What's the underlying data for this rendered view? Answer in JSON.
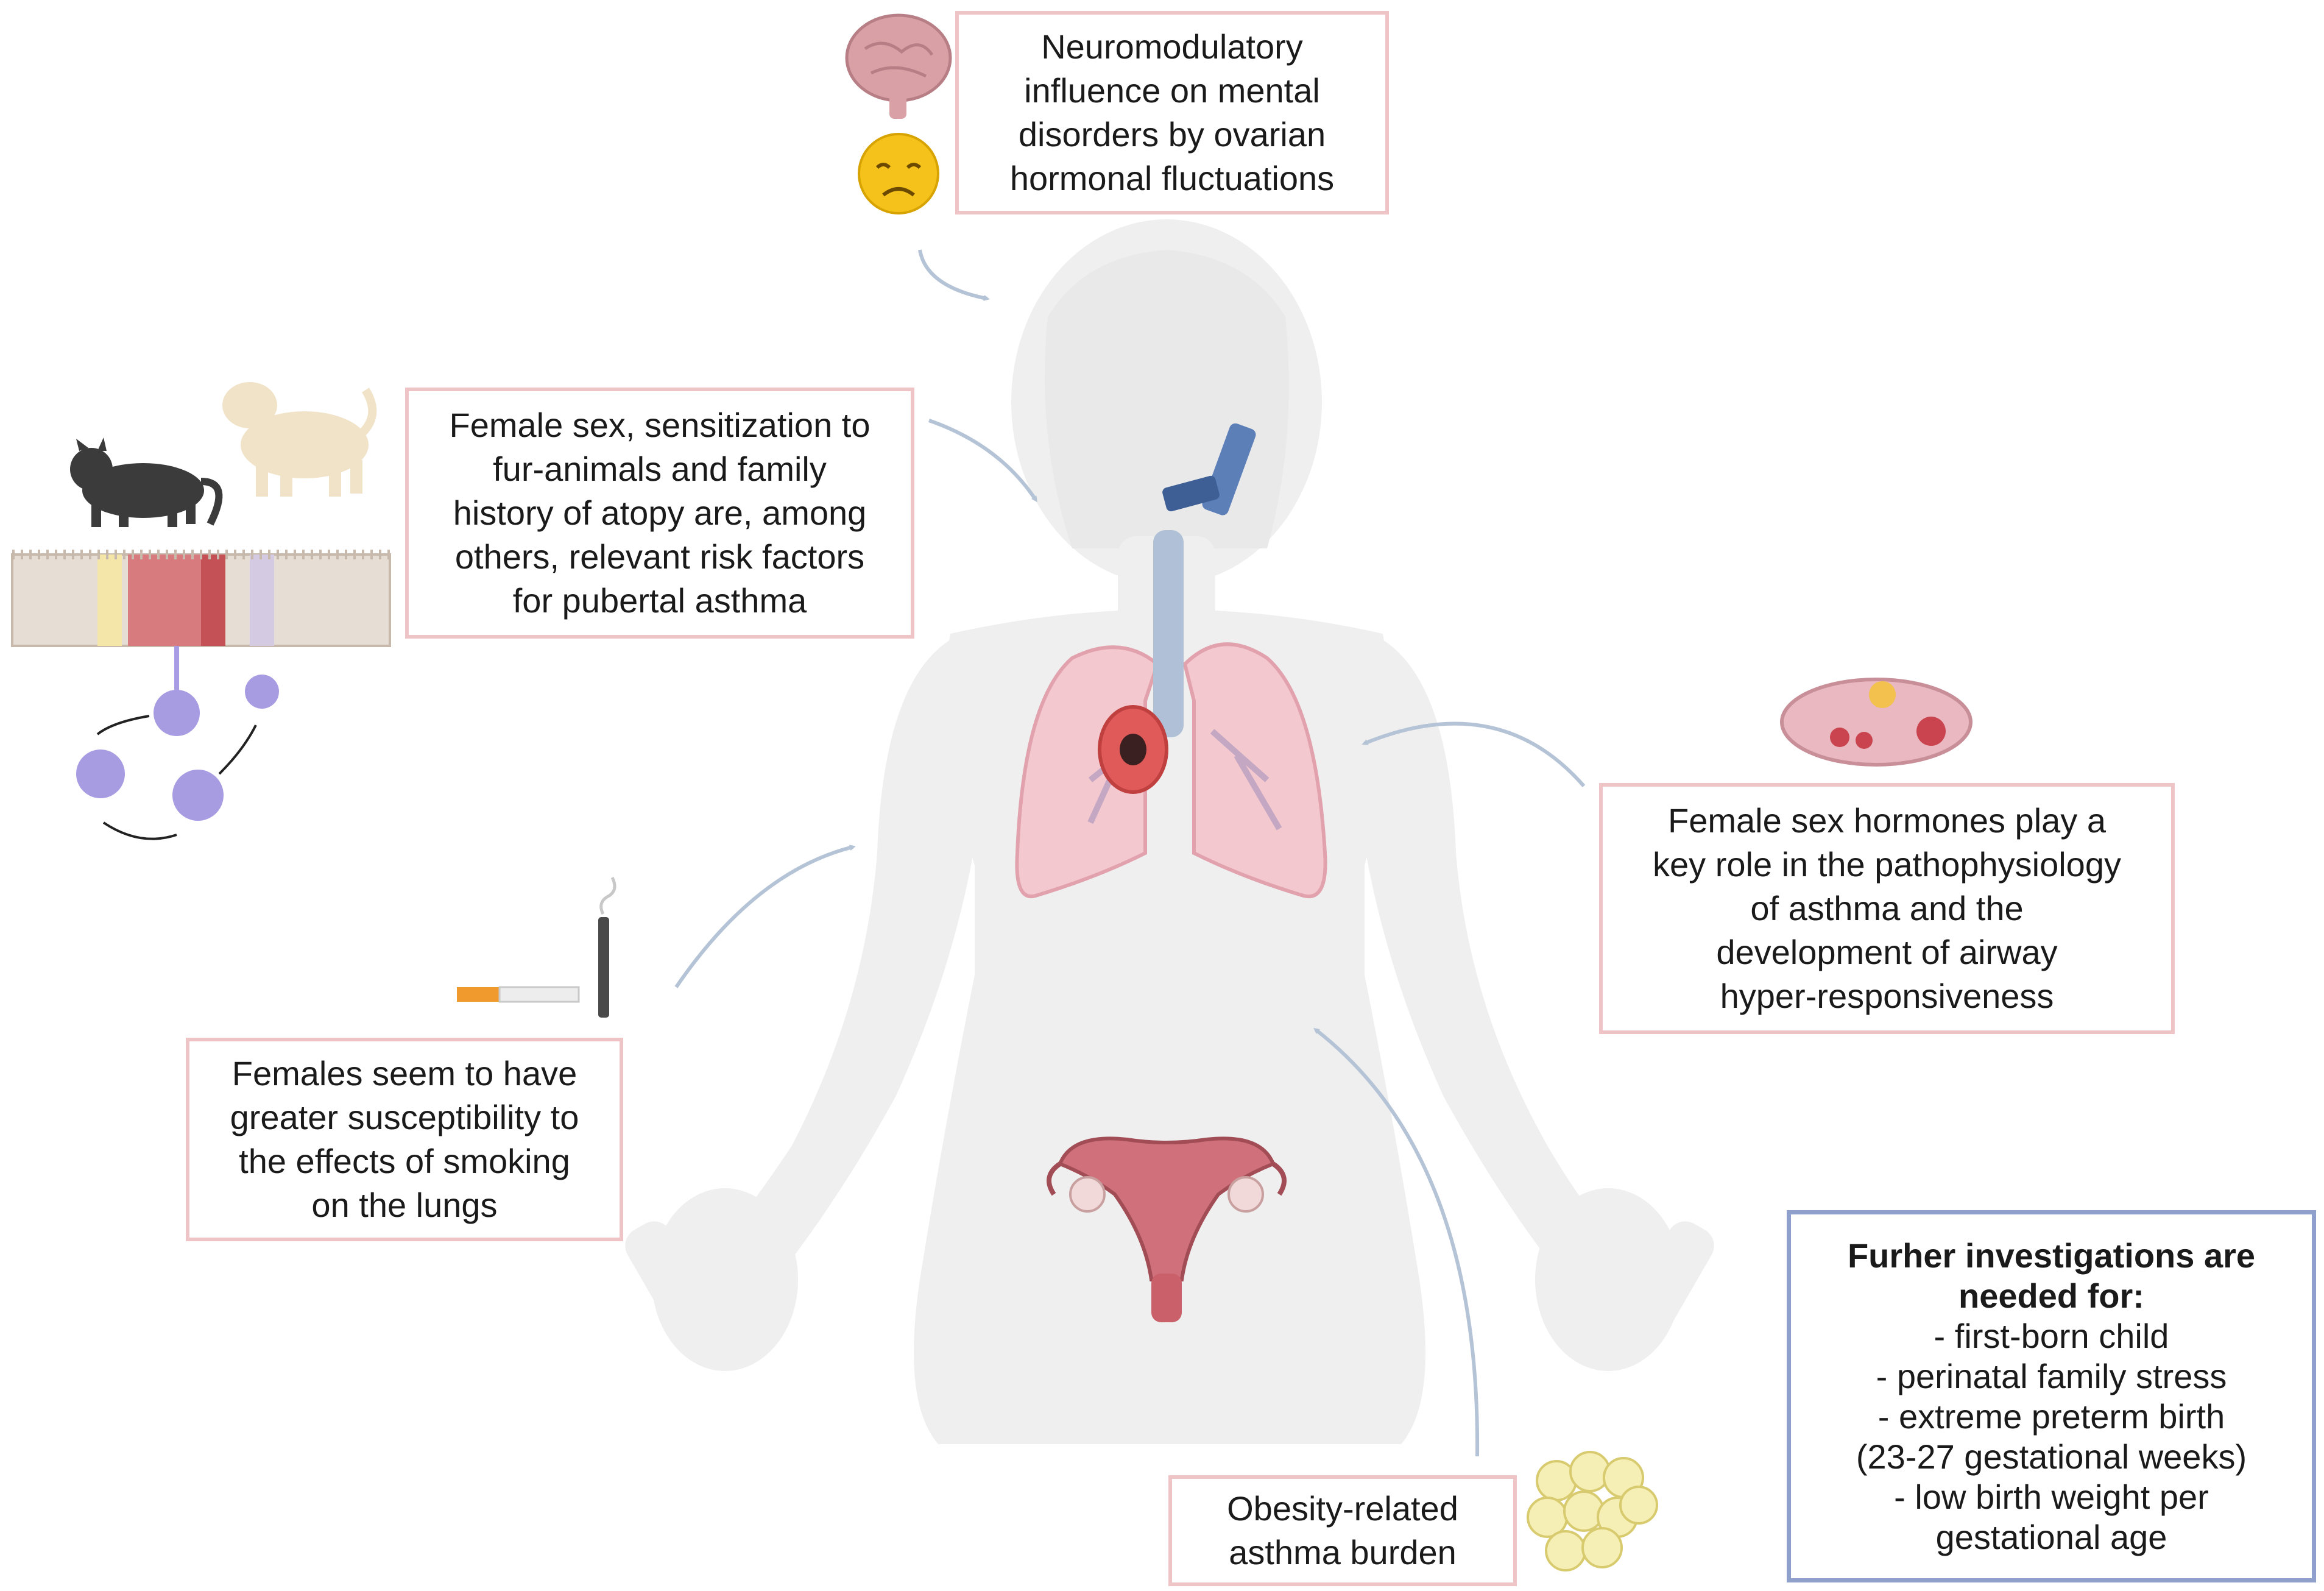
{
  "boxes": {
    "neuro": {
      "lines": [
        "Neuromodulatory",
        "influence on mental",
        "disorders by ovarian",
        "hormonal fluctuations"
      ]
    },
    "risk": {
      "lines": [
        "Female sex, sensitization to",
        "fur-animals and family",
        "history of atopy are, among",
        "others, relevant risk factors",
        "for pubertal asthma"
      ]
    },
    "hormones": {
      "lines": [
        "Female sex hormones play a",
        "key role in the pathophysiology",
        "of asthma and the",
        "development of airway",
        "hyper-responsiveness"
      ]
    },
    "smoking": {
      "lines": [
        "Females seem to have",
        "greater susceptibility to",
        "the effects of smoking",
        "on the lungs"
      ]
    },
    "obesity": {
      "lines": [
        "Obesity-related",
        "asthma burden"
      ]
    },
    "further": {
      "title_lines": [
        "Furher investigations are",
        "needed for:"
      ],
      "items": [
        "- first-born child",
        "- perinatal family stress",
        "- extreme preterm birth",
        "(23-27 gestational weeks)",
        "- low birth weight per",
        "gestational age"
      ]
    }
  },
  "icons": [
    "brain-icon",
    "sad-face-icon",
    "cat-icon",
    "dog-icon",
    "airway-epithelium-icon",
    "immune-cell-icon",
    "inhaler-icon",
    "trachea-icon",
    "lungs-icon",
    "ovary-icon",
    "cigarette-icon",
    "e-cigarette-icon",
    "uterus-icon",
    "fat-cells-icon",
    "female-body-silhouette"
  ],
  "colors": {
    "box_border": "#efc4c6",
    "further_border": "#8fa0cc",
    "arrow": "#b5c3d6",
    "body": "#efefef",
    "lung": "#f4c8cf",
    "uterus": "#c9606a"
  }
}
